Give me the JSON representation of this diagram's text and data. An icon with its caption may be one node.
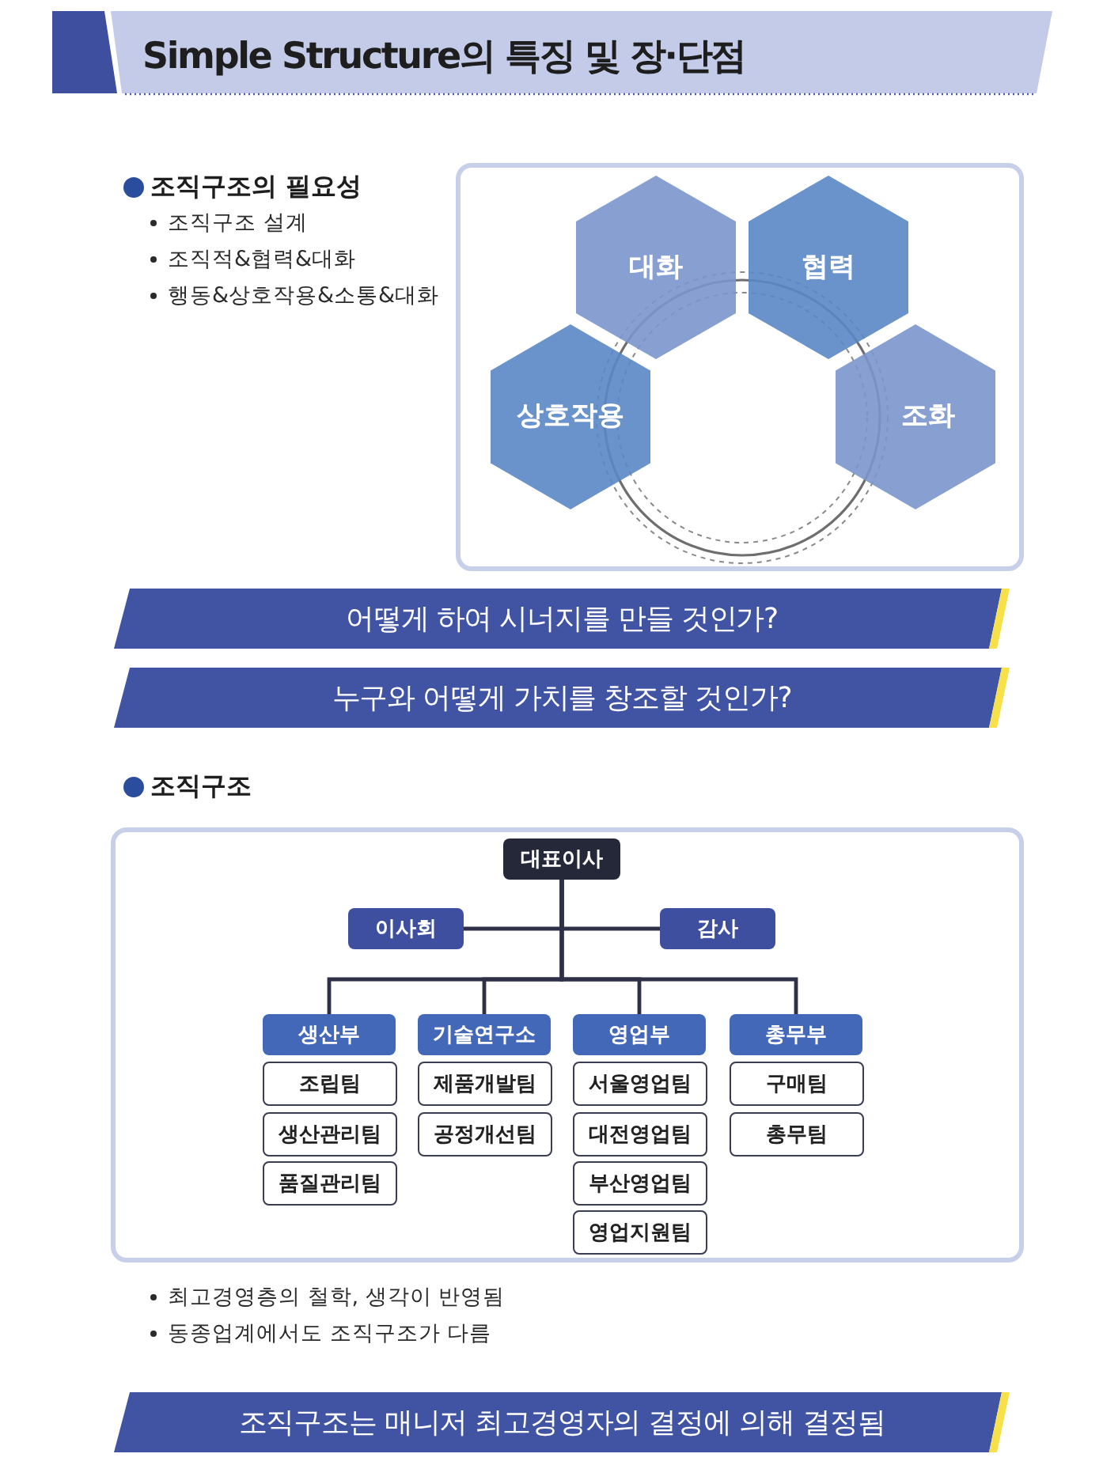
{
  "diagram": {
    "title": "Simple Structure의 특징 및 장·단점",
    "nodes": [
      {
        "text": [],
        "shape": "box"
      },
      {
        "text": [
          "대화"
        ],
        "in": 0
      },
      {
        "text": [
          "협력"
        ],
        "in": 0
      },
      {
        "text": [
          "상호작용"
        ],
        "in": 0
      },
      {
        "text": [
          "조화"
        ],
        "in": 0
      },
      {
        "text": [
          "어떻게 하여 시너지를 만들 것인가?"
        ]
      },
      {
        "text": [
          "누구와 어떻게 가치를 창조할 것인가?"
        ]
      },
      {
        "text": [],
        "shape": "box"
      },
      {
        "text": [
          "대표이사"
        ],
        "in": 7
      },
      {
        "text": [
          "이사회"
        ],
        "in": 7
      },
      {
        "text": [
          "감사"
        ],
        "in": 7
      },
      {
        "text": [
          "생산부"
        ],
        "in": 7
      },
      {
        "text": [
          "기술연구소"
        ],
        "in": 7
      },
      {
        "text": [
          "영업부"
        ],
        "in": 7
      },
      {
        "text": [
          "총무부"
        ],
        "in": 7
      },
      {
        "text": [
          "조립팀"
        ],
        "in": 7
      },
      {
        "text": [
          "제품개발팀"
        ],
        "in": 7
      },
      {
        "text": [
          "서울영업팀"
        ],
        "in": 7
      },
      {
        "text": [
          "구매팀"
        ],
        "in": 7
      },
      {
        "text": [
          "생산관리팀"
        ],
        "in": 7
      },
      {
        "text": [
          "공정개선팀"
        ],
        "in": 7
      },
      {
        "text": [
          "대전영업팀"
        ],
        "in": 7
      },
      {
        "text": [
          "총무팀"
        ],
        "in": 7
      },
      {
        "text": [
          "품질관리팀"
        ],
        "in": 7
      },
      {
        "text": [
          "부산영업팀"
        ],
        "in": 7
      },
      {
        "text": [
          "영업지원팀"
        ],
        "in": 7
      },
      {
        "text": [
          "조직구조는 매니저 최고경영자의 결정에 의해 결정됨"
        ]
      }
    ],
    "edges": [
      {
        "from": 8,
        "to": 9,
        "arrow": "none"
      },
      {
        "from": 8,
        "to": 10,
        "arrow": "none"
      },
      {
        "from": 8,
        "to": 11,
        "arrow": "none"
      },
      {
        "from": 8,
        "to": 12,
        "arrow": "none"
      },
      {
        "from": 8,
        "to": 13,
        "arrow": "none"
      },
      {
        "from": 8,
        "to": 14,
        "arrow": "none"
      }
    ],
    "labels": [
      "조직구조의 필요성",
      "조직구조 설계",
      "조직적&협력&대화",
      "행동&상호작용&소통&대화",
      "조직구조",
      "최고경영층의 철학, 생각이 반영됨",
      "동종업계에서도 조직구조가 다름"
    ]
  }
}
